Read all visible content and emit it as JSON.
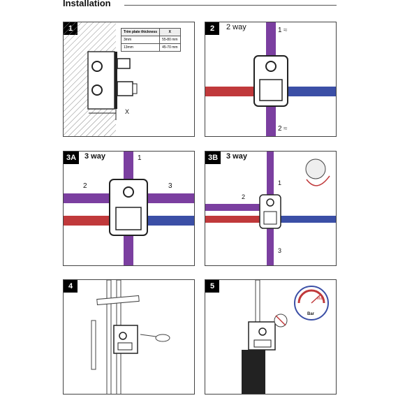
{
  "page": {
    "title": "Installation"
  },
  "trim_table": {
    "headers": [
      "Trim plate thickness",
      "X"
    ],
    "rows": [
      [
        "3mm",
        "55-80 mm"
      ],
      [
        "13mm",
        "45-70 mm"
      ]
    ]
  },
  "panels": [
    {
      "id": "1",
      "title": "",
      "dimension_label": "X"
    },
    {
      "id": "2",
      "title": "2 way",
      "outlet_top": "1",
      "outlet_bottom": "2"
    },
    {
      "id": "3A",
      "title": "3 way",
      "outlet_top": "1",
      "outlet_left": "2",
      "outlet_right": "3"
    },
    {
      "id": "3B",
      "title": "3 way",
      "outlet_top": "1",
      "outlet_left": "2",
      "outlet_bottom": "3"
    },
    {
      "id": "4",
      "title": ""
    },
    {
      "id": "5",
      "title": "",
      "gauge_unit": "Bar",
      "gauge_max": "Max"
    }
  ],
  "colors": {
    "hot": "#c0393b",
    "cold": "#3b4fa6",
    "mixed": "#7b3fa0",
    "frame": "#444444"
  }
}
